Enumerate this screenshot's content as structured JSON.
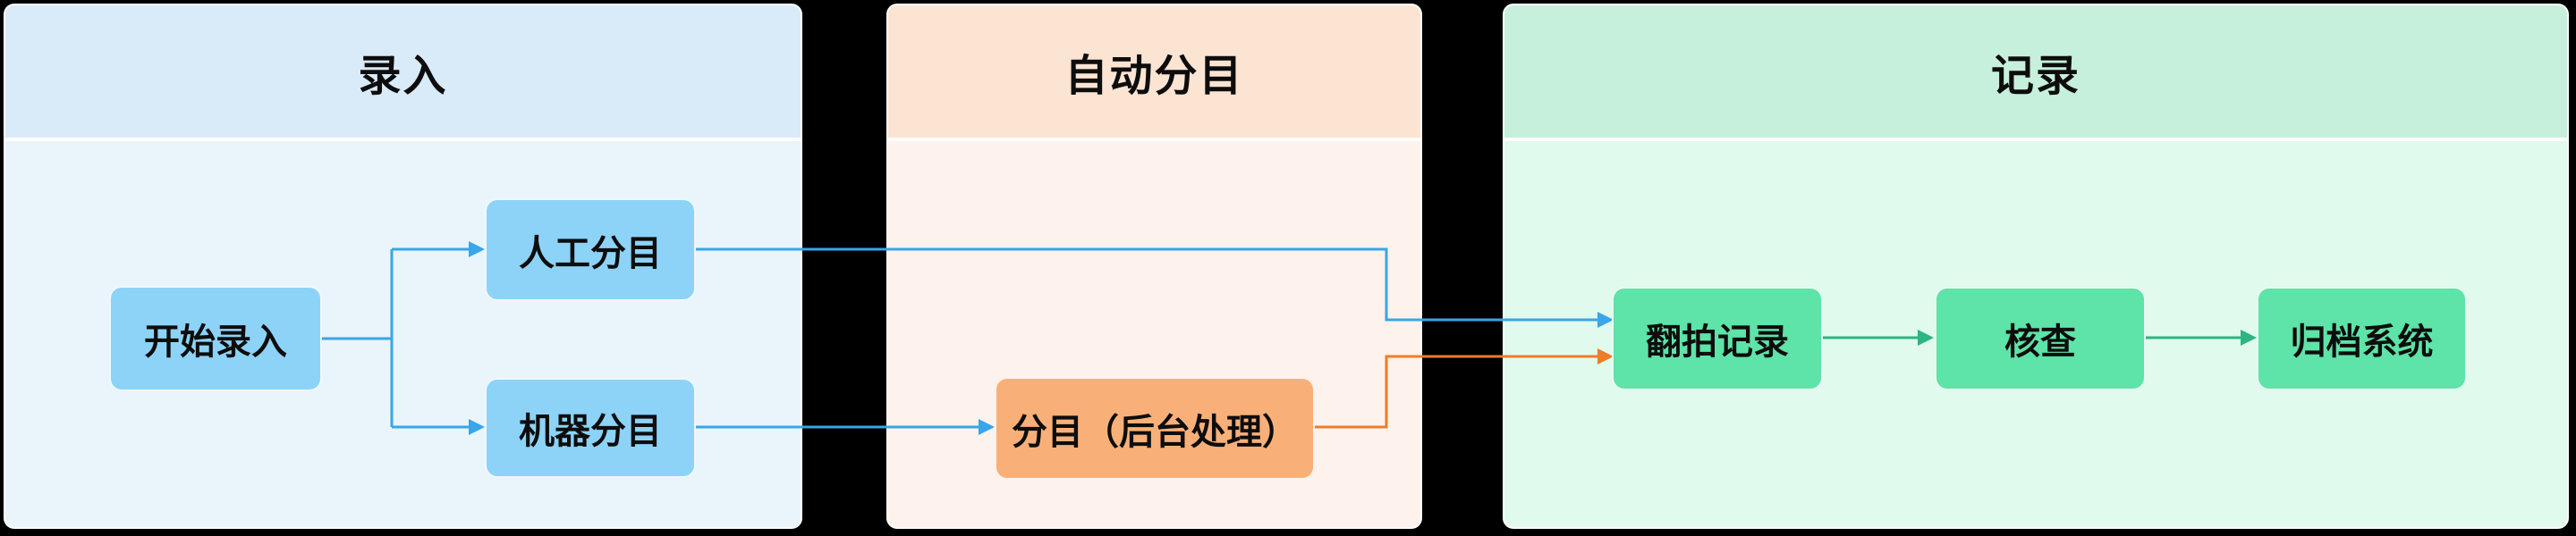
{
  "diagram": {
    "background": "#000000",
    "lanes": [
      {
        "id": "entry",
        "title": "录入",
        "header_color": "#d9eaf8",
        "body_color": "#eaf4fb"
      },
      {
        "id": "auto",
        "title": "自动分目",
        "header_color": "#fce4d2",
        "body_color": "#fdf2ec"
      },
      {
        "id": "record",
        "title": "记录",
        "header_color": "#c6f0db",
        "body_color": "#e0faed"
      }
    ],
    "nodes": [
      {
        "id": "start",
        "label": "开始录入",
        "lane": "entry",
        "color": "#8dd3f8"
      },
      {
        "id": "manual",
        "label": "人工分目",
        "lane": "entry",
        "color": "#8dd3f8"
      },
      {
        "id": "machine",
        "label": "机器分目",
        "lane": "entry",
        "color": "#8dd3f8"
      },
      {
        "id": "autocat",
        "label": "分目（后台处理）",
        "lane": "auto",
        "color": "#f9b078"
      },
      {
        "id": "rephoto",
        "label": "翻拍记录",
        "lane": "record",
        "color": "#5ee3a8"
      },
      {
        "id": "check",
        "label": "核查",
        "lane": "record",
        "color": "#5ee3a8"
      },
      {
        "id": "archive",
        "label": "归档系统",
        "lane": "record",
        "color": "#5ee3a8"
      }
    ],
    "edges": [
      {
        "from": "start",
        "to": "manual",
        "color_name": "blue"
      },
      {
        "from": "start",
        "to": "machine",
        "color_name": "blue"
      },
      {
        "from": "manual",
        "to": "rephoto",
        "color_name": "blue"
      },
      {
        "from": "machine",
        "to": "autocat",
        "color_name": "blue"
      },
      {
        "from": "autocat",
        "to": "rephoto",
        "color_name": "orange"
      },
      {
        "from": "rephoto",
        "to": "check",
        "color_name": "green"
      },
      {
        "from": "check",
        "to": "archive",
        "color_name": "green"
      }
    ],
    "connector_colors": {
      "blue": "#38a6e8",
      "orange": "#ee7d29",
      "green": "#2bb581"
    },
    "text_color": "#0d0d0d"
  }
}
